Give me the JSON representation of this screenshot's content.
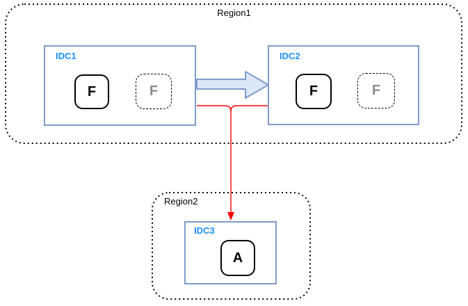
{
  "regions": {
    "region1": {
      "label": "Region1"
    },
    "region2": {
      "label": "Region2"
    }
  },
  "idcs": {
    "idc1": {
      "label": "IDC1",
      "primary_node": "F",
      "standby_node": "F"
    },
    "idc2": {
      "label": "IDC2",
      "primary_node": "F",
      "standby_node": "F"
    },
    "idc3": {
      "label": "IDC3",
      "node": "A"
    }
  },
  "colors": {
    "background": "#ffffff",
    "region_border": "#000000",
    "idc_border": "#7d9cc9",
    "idc_label": "#1a90ff",
    "node_border": "#000000",
    "node_text": "#000000",
    "node_text_muted": "#8c8c8c",
    "arrow_fill": "#dce7f7",
    "arrow_stroke": "#7d9cc9",
    "connector_red": "#ff0000"
  }
}
